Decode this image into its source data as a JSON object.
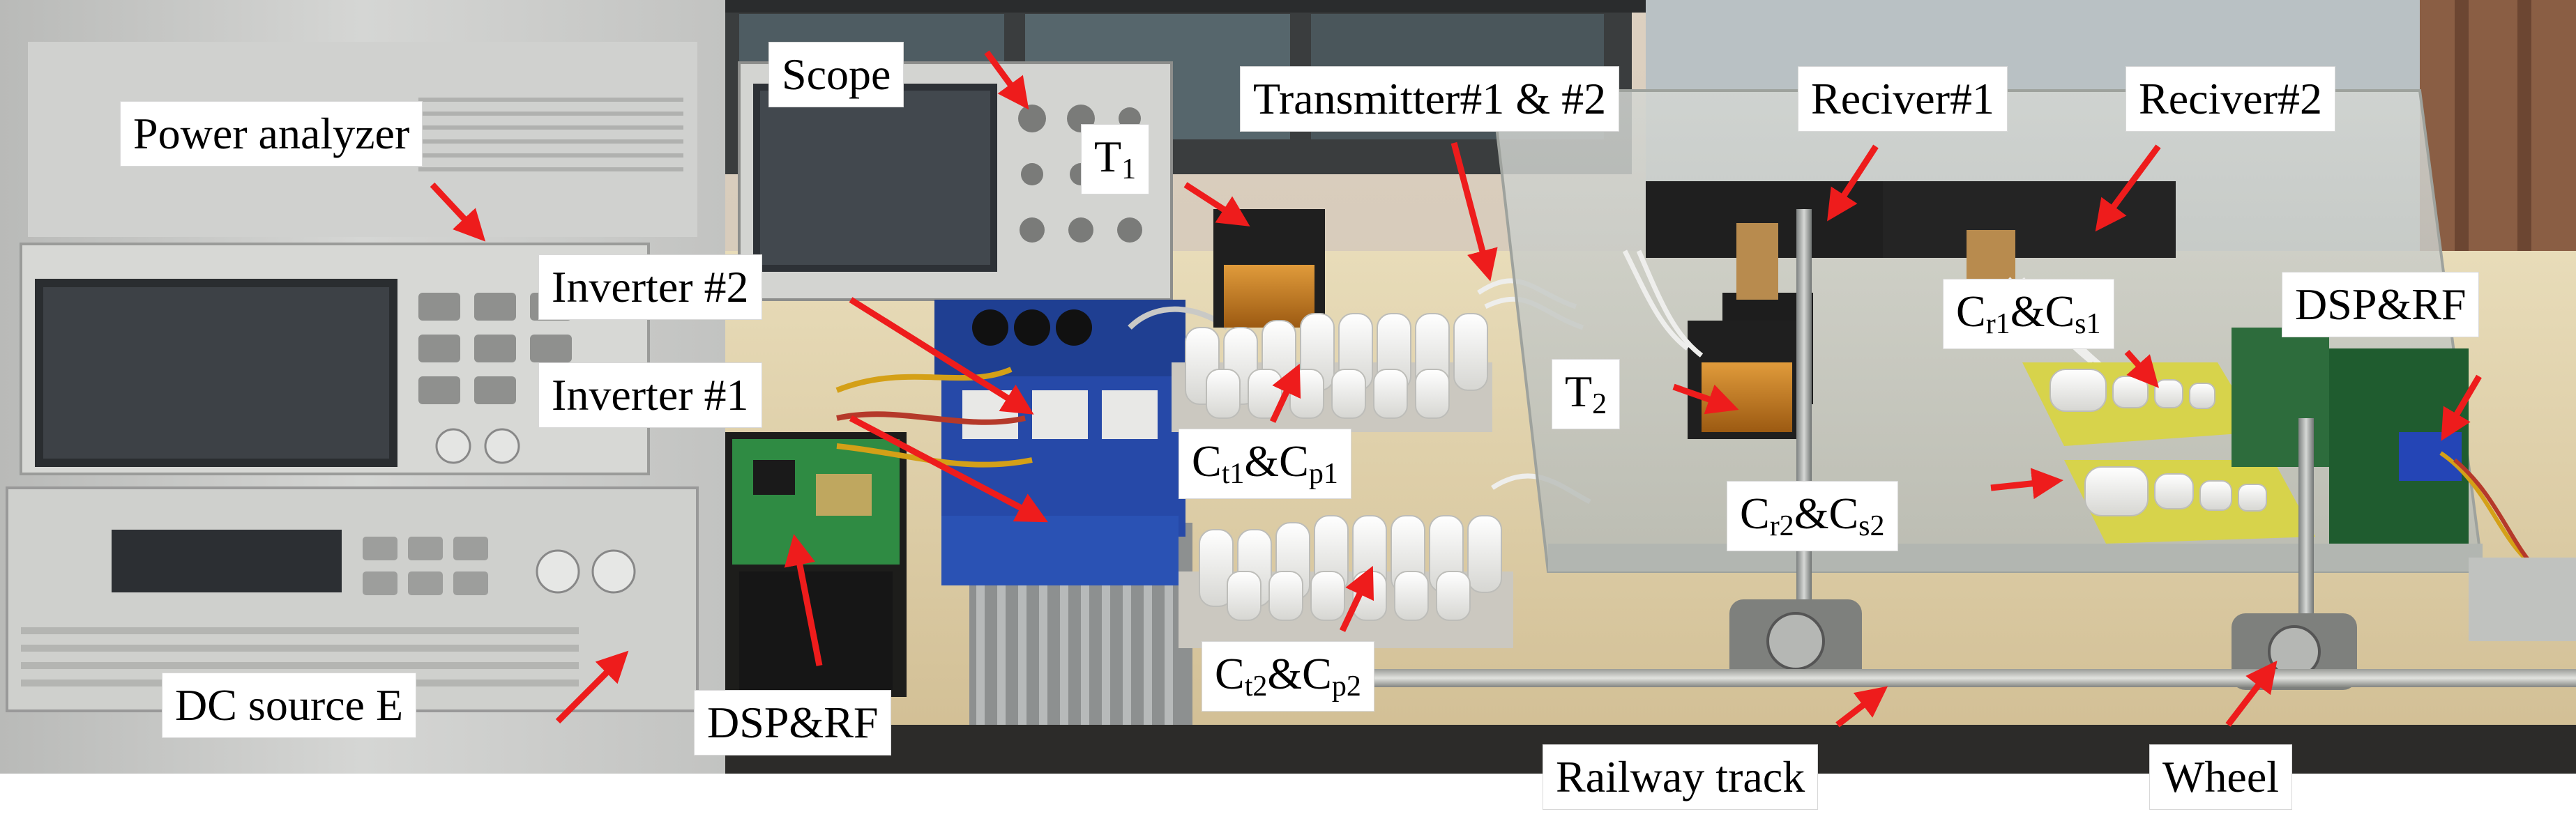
{
  "colors": {
    "arrow": "#ee1c1c",
    "label_bg": "#ffffff",
    "label_text": "#000000",
    "wall_beige": "#d9cbb8",
    "bench_wood": "#e2d2ac",
    "acrylic": "#c9ccc8",
    "instrument_grey": "#c3c4c2",
    "pcb_blue": "#2649a8",
    "pcb_green": "#2f8b43",
    "capacitor_white": "#f1f1ef",
    "coil_orange": "#c77a1f",
    "ferrite_black": "#1f1f1f",
    "yellow_board": "#d7d34b"
  },
  "labels": {
    "power_analyzer": "Power analyzer",
    "scope": "Scope",
    "t1_main": "T",
    "t1_sub": "1",
    "transmitter": "Transmitter#1 & #2",
    "receiver1": "Reciver#1",
    "receiver2": "Reciver#2",
    "inverter2": "Inverter #2",
    "inverter1": "Inverter #1",
    "t2_main": "T",
    "t2_sub": "2",
    "cr1cs1": {
      "a": "C",
      "a_sub": "r1",
      "mid": "&C",
      "b_sub": "s1"
    },
    "ct1cp1": {
      "a": "C",
      "a_sub": "t1",
      "mid": "&C",
      "b_sub": "p1"
    },
    "cr2cs2": {
      "a": "C",
      "a_sub": "r2",
      "mid": "&C",
      "b_sub": "s2"
    },
    "dsp_rf_right": "DSP&RF",
    "ct2cp2": {
      "a": "C",
      "a_sub": "t2",
      "mid": "&C",
      "b_sub": "p2"
    },
    "dc_source": "DC source E",
    "dsp_rf_left": "DSP&RF",
    "railway": "Railway track",
    "wheel": "Wheel"
  }
}
